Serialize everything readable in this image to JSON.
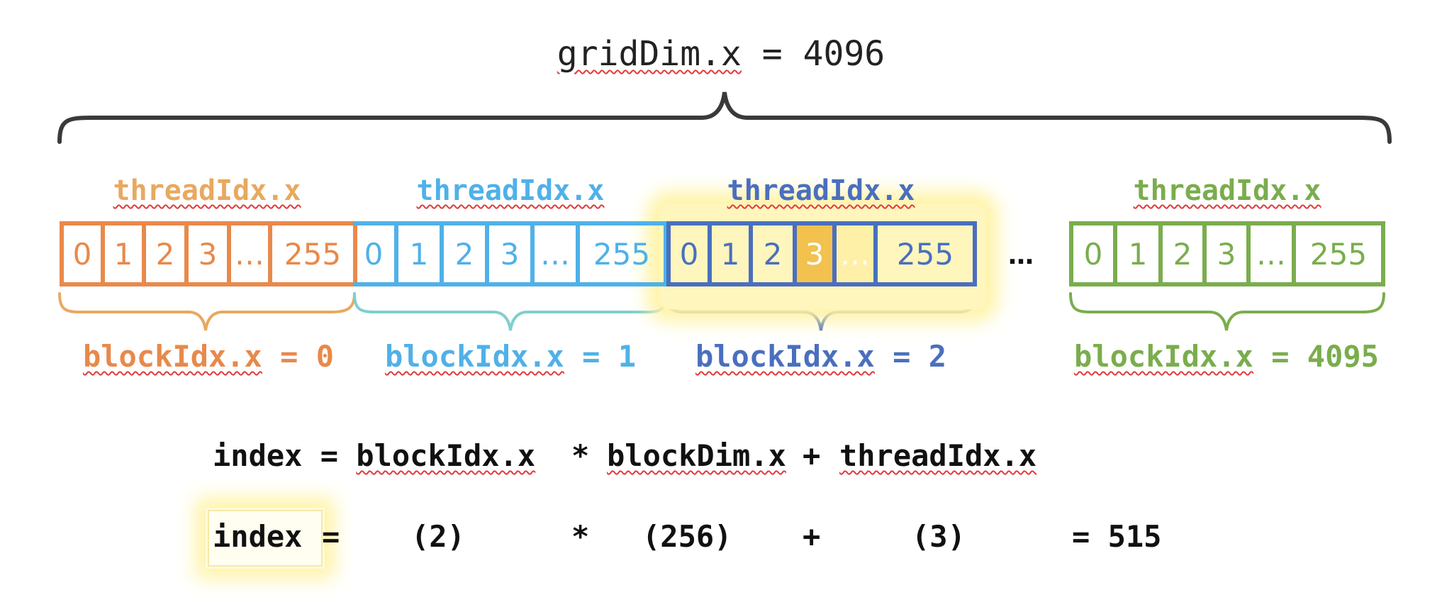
{
  "title": {
    "name": "gridDim.x",
    "rest": " = 4096"
  },
  "ellipsis": "…",
  "colors": {
    "block0": "#e8894b",
    "block1": "#4fb1e8",
    "block2": "#4a6fbf",
    "block3": "#7aad4d",
    "highlight_fill": "#fff6bd",
    "selected_cell": "#f2c14e",
    "brace_gray": "#3a3a3a",
    "brace_block1": "#7fcfcf"
  },
  "blocks": [
    {
      "thread_label": "threadIdx.x",
      "block_label_name": "blockIdx.x",
      "block_label_value": " = 0",
      "cells": [
        "0",
        "1",
        "2",
        "3",
        "…",
        "255"
      ]
    },
    {
      "thread_label": "threadIdx.x",
      "block_label_name": "blockIdx.x",
      "block_label_value": " = 1",
      "cells": [
        "0",
        "1",
        "2",
        "3",
        "…",
        "255"
      ]
    },
    {
      "thread_label": "threadIdx.x",
      "block_label_name": "blockIdx.x",
      "block_label_value": " = 2",
      "cells": [
        "0",
        "1",
        "2",
        "3",
        "…",
        "255"
      ],
      "highlighted": true,
      "selected_cell": "3"
    },
    {
      "thread_label": "threadIdx.x",
      "block_label_name": "blockIdx.x",
      "block_label_value": " = 4095",
      "cells": [
        "0",
        "1",
        "2",
        "3",
        "…",
        "255"
      ]
    }
  ],
  "formula": {
    "lhs": "index",
    "eq": " = ",
    "t1": "blockIdx.x",
    "op1": "*",
    "t2": "blockDim.x",
    "op2": "+",
    "t3": "threadIdx.x"
  },
  "evaluation": {
    "lhs": "index",
    "eq": "=",
    "v1": "(2)",
    "op1": "*",
    "v2": "(256)",
    "op2": "+",
    "v3": "(3)",
    "result": "= 515"
  }
}
